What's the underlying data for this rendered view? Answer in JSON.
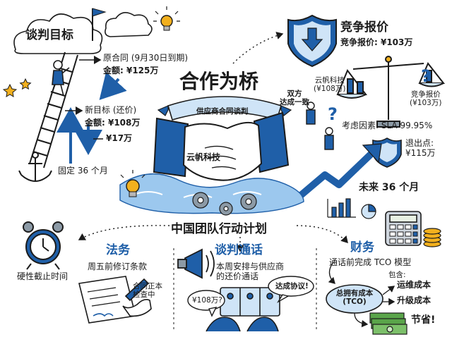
{
  "title": "合作为桥",
  "banner": "供应商合同谈判",
  "handshake_label": "云帆科技",
  "agreement": {
    "line1": "双方",
    "line2": "达成一致"
  },
  "negotiation_goal": {
    "heading": "谈判目标",
    "original": "原合同 (9月30日到期)",
    "original_amount": "金额: ¥125万",
    "new_target": "新目标 (还价)",
    "new_amount": "金额: ¥108万",
    "savings": "¥17万",
    "fixed_term": "固定 36 个月"
  },
  "competitor": {
    "heading": "竞争报价",
    "quote": "竞争报价: ¥103万",
    "scale_left": {
      "line1": "云帆科技",
      "line2": "(¥108万)"
    },
    "scale_right": {
      "line1": "竞争报价",
      "line2": "(¥103万)"
    },
    "factor": "考虑因素: SLA 99.95%",
    "exit": {
      "line1": "退出点:",
      "line2": "¥115万"
    }
  },
  "future": "未来 36 个月",
  "action_plan": {
    "heading": "中国团队行动计划",
    "legal": {
      "heading": "法务",
      "task": "周五前修订条款",
      "clock_caption": "硬性截止时间",
      "doc_note": {
        "line1": "合同正本",
        "line2": "检查中"
      }
    },
    "call": {
      "heading": "谈判通话",
      "task_line1": "本周安排与供应商",
      "task_line2": "的还价通话",
      "bubble_left": "¥108万?",
      "bubble_right": "达成协议!"
    },
    "finance": {
      "heading": "财务",
      "task": "通话前完成 TCO 模型",
      "includes": "包含:",
      "tco_line1": "总拥有成本",
      "tco_line2": "(TCO)",
      "item1": "运维成本",
      "item2": "升级成本",
      "saving": "节省!"
    }
  },
  "colors": {
    "blue": "#1f5fa8",
    "light_blue": "#cfe4f7",
    "water": "#9cc8ee",
    "ink": "#1b1b1b",
    "gold": "#f2b01e",
    "green": "#5aa54a",
    "gear": "#8c9aa6"
  },
  "icons": [
    "flag-icon",
    "lightbulb-icon",
    "star-icon",
    "ladder-icon",
    "anchor-icon",
    "shield-icon",
    "scale-icon",
    "question-mark-icon",
    "growth-arrow-icon",
    "bar-chart-icon",
    "pie-chart-icon",
    "calculator-icon",
    "coins-icon",
    "alarm-clock-icon",
    "document-pen-icon",
    "megaphone-icon",
    "video-call-icon",
    "cash-icon",
    "gear-icon",
    "handshake-icon"
  ]
}
